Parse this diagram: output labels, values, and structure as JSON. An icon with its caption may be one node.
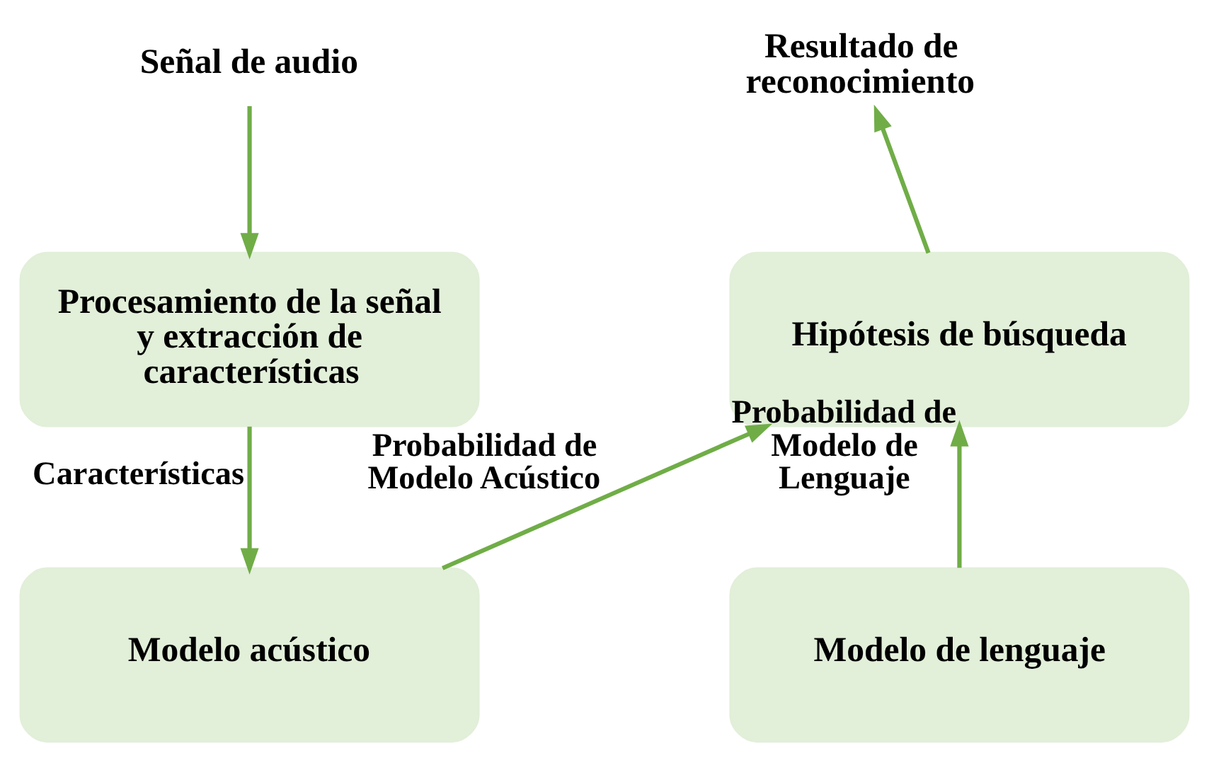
{
  "diagram": {
    "nodes": [
      {
        "text": [
          "Señal de audio"
        ]
      },
      {
        "text": [
          "Procesamiento de la señal y extracción de características"
        ]
      },
      {
        "text": [
          "Modelo acústico"
        ]
      },
      {
        "text": [
          "Hipótesis de búsqueda"
        ]
      },
      {
        "text": [
          "Modelo de lenguaje"
        ]
      },
      {
        "text": [
          "Resultado de reconocimiento"
        ]
      }
    ],
    "edges": [
      {
        "from": 0,
        "to": 1,
        "arrow": "to"
      },
      {
        "from": 1,
        "to": 2,
        "arrow": "to",
        "label": "Características"
      },
      {
        "from": 2,
        "to": 3,
        "arrow": "to",
        "label": "Probabilidad de Modelo Acústico"
      },
      {
        "from": 4,
        "to": 3,
        "arrow": "to",
        "label": "Probabilidad de Modelo de Lenguaje"
      },
      {
        "from": 3,
        "to": 5,
        "arrow": "to"
      }
    ]
  }
}
